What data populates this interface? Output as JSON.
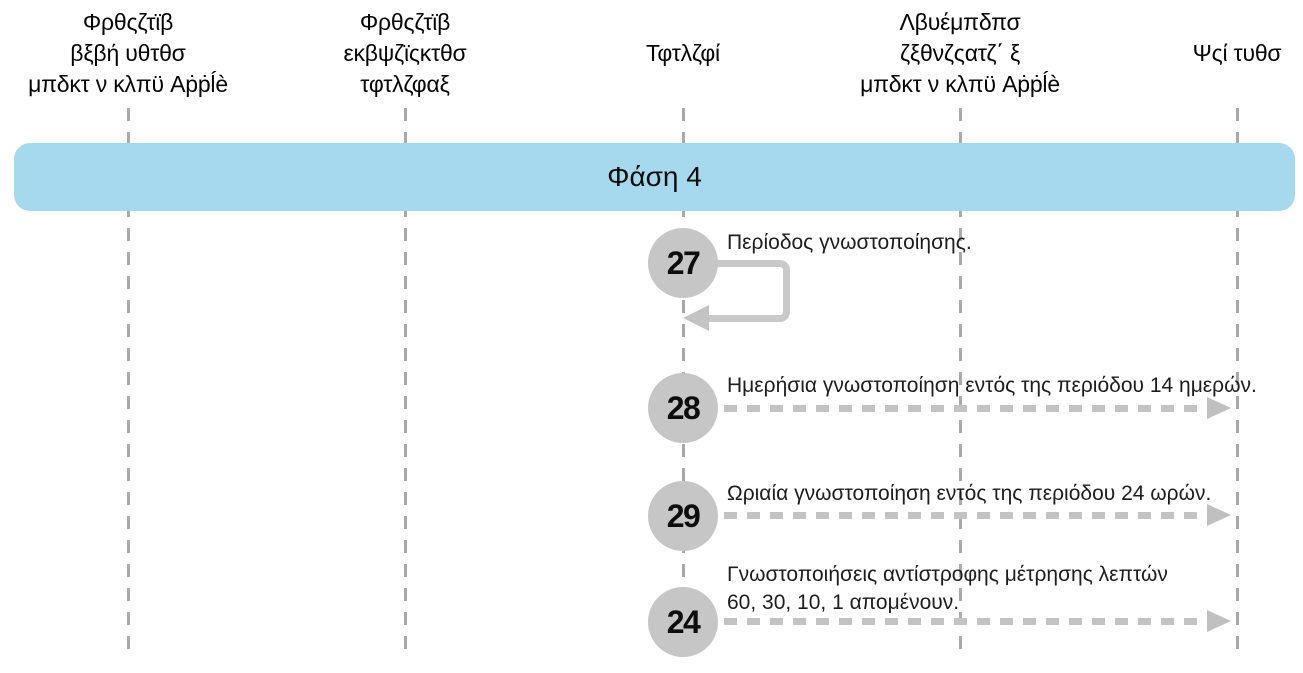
{
  "diagram": {
    "type": "sequence-diagram",
    "actors": [
      {
        "label": "Φρθςζτϊβ\nβξβή υθτθσ\nμπδκτ ν κλπϋ Aṗṗĺè"
      },
      {
        "label": "Φρθςζτϊβ\nεκβψζϊςκτθσ\nτφτλζφαξ"
      },
      {
        "label": "Τφτλζφί"
      },
      {
        "label": "Λβυέμπδπσ\nζξθνζςατζ΄ ξ\nμπδκτ ν κλπϋ Aṗṗĺè"
      },
      {
        "label": "Ψςί τυθσ"
      }
    ],
    "phase": {
      "label": "Φάση 4"
    },
    "steps": [
      {
        "number": "27",
        "label": "Περίοδος γνωστοποίησης.",
        "arrow": "self-loop",
        "from_actor": 3,
        "to_actor": 3
      },
      {
        "number": "28",
        "label": "Ημερήσια γνωστοποίηση εντός της περιόδου 14 ημερών.",
        "arrow": "dashed-right",
        "from_actor": 3,
        "to_actor": 5
      },
      {
        "number": "29",
        "label": "Ωριαία γνωστοποίηση εντός της περιόδου 24 ωρών.",
        "arrow": "dashed-right",
        "from_actor": 3,
        "to_actor": 5
      },
      {
        "number": "24",
        "label": "Γνωστοποιήσεις αντίστροφης μέτρησης λεπτών\n60, 30, 10, 1 απομένουν.",
        "arrow": "dashed-right",
        "from_actor": 3,
        "to_actor": 5
      }
    ],
    "colors": {
      "phase_banner": "#a6d9ed",
      "step_circle": "#c6c6c6",
      "arrow": "#c3c3c3",
      "lifeline": "#a9a9a9",
      "text": "#1d1d1f"
    }
  }
}
